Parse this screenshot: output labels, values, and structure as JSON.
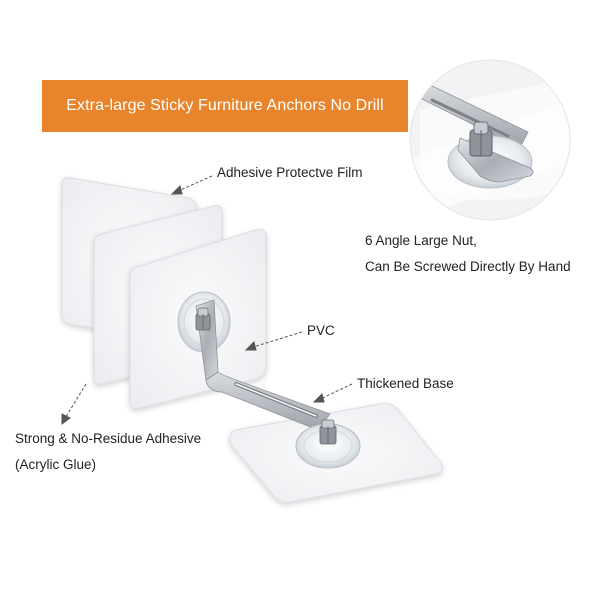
{
  "banner": {
    "title": "Extra-large Sticky Furniture Anchors No Drill"
  },
  "labels": {
    "film": "Adhesive Protectve Film",
    "nut_line1": "6 Angle Large Nut,",
    "nut_line2": "Can Be Screwed Directly By Hand",
    "pvc": "PVC",
    "base": "Thickened Base",
    "adhesive_line1": "Strong & No-Residue Adhesive",
    "adhesive_line2": "(Acrylic Glue)"
  },
  "colors": {
    "banner": "#e8852c",
    "text": "#222222",
    "panel": "#f4f4f6",
    "metal": "#b9bcc2"
  }
}
